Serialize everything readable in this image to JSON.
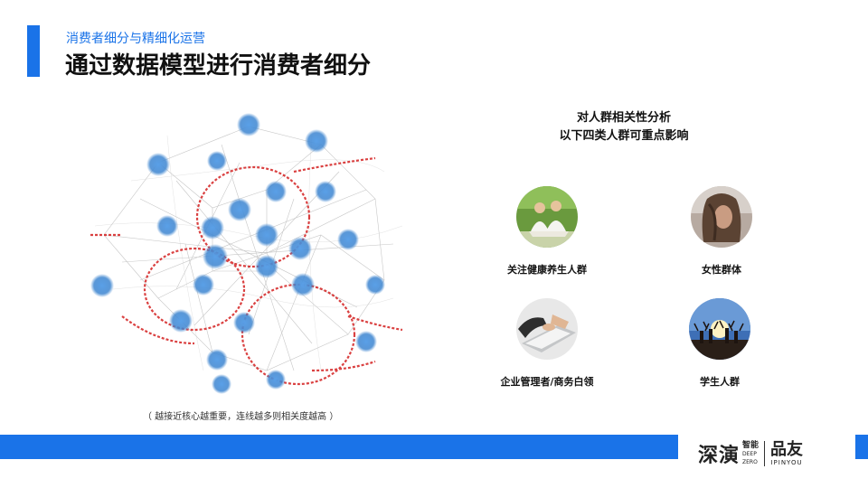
{
  "header": {
    "subtitle": "消费者细分与精细化运营",
    "title": "通过数据模型进行消费者细分"
  },
  "network": {
    "caption": "（ 越接近核心越重要，连线越多则相关度越高 ）"
  },
  "analysis": {
    "heading_line1": "对人群相关性分析",
    "heading_line2": "以下四类人群可重点影响",
    "groups": [
      {
        "label": "关注健康养生人群"
      },
      {
        "label": "女性群体"
      },
      {
        "label": "企业管理者/商务白领"
      },
      {
        "label": "学生人群"
      }
    ]
  },
  "logo": {
    "main": "深演",
    "side_cn": "智能",
    "side_en_1": "DEEP",
    "side_en_2": "ZERO",
    "brand_cn": "品友",
    "brand_en": "IPINYOU"
  },
  "colors": {
    "accent": "#1a73e8",
    "node": "#4a90d9",
    "link": "#d42020"
  }
}
